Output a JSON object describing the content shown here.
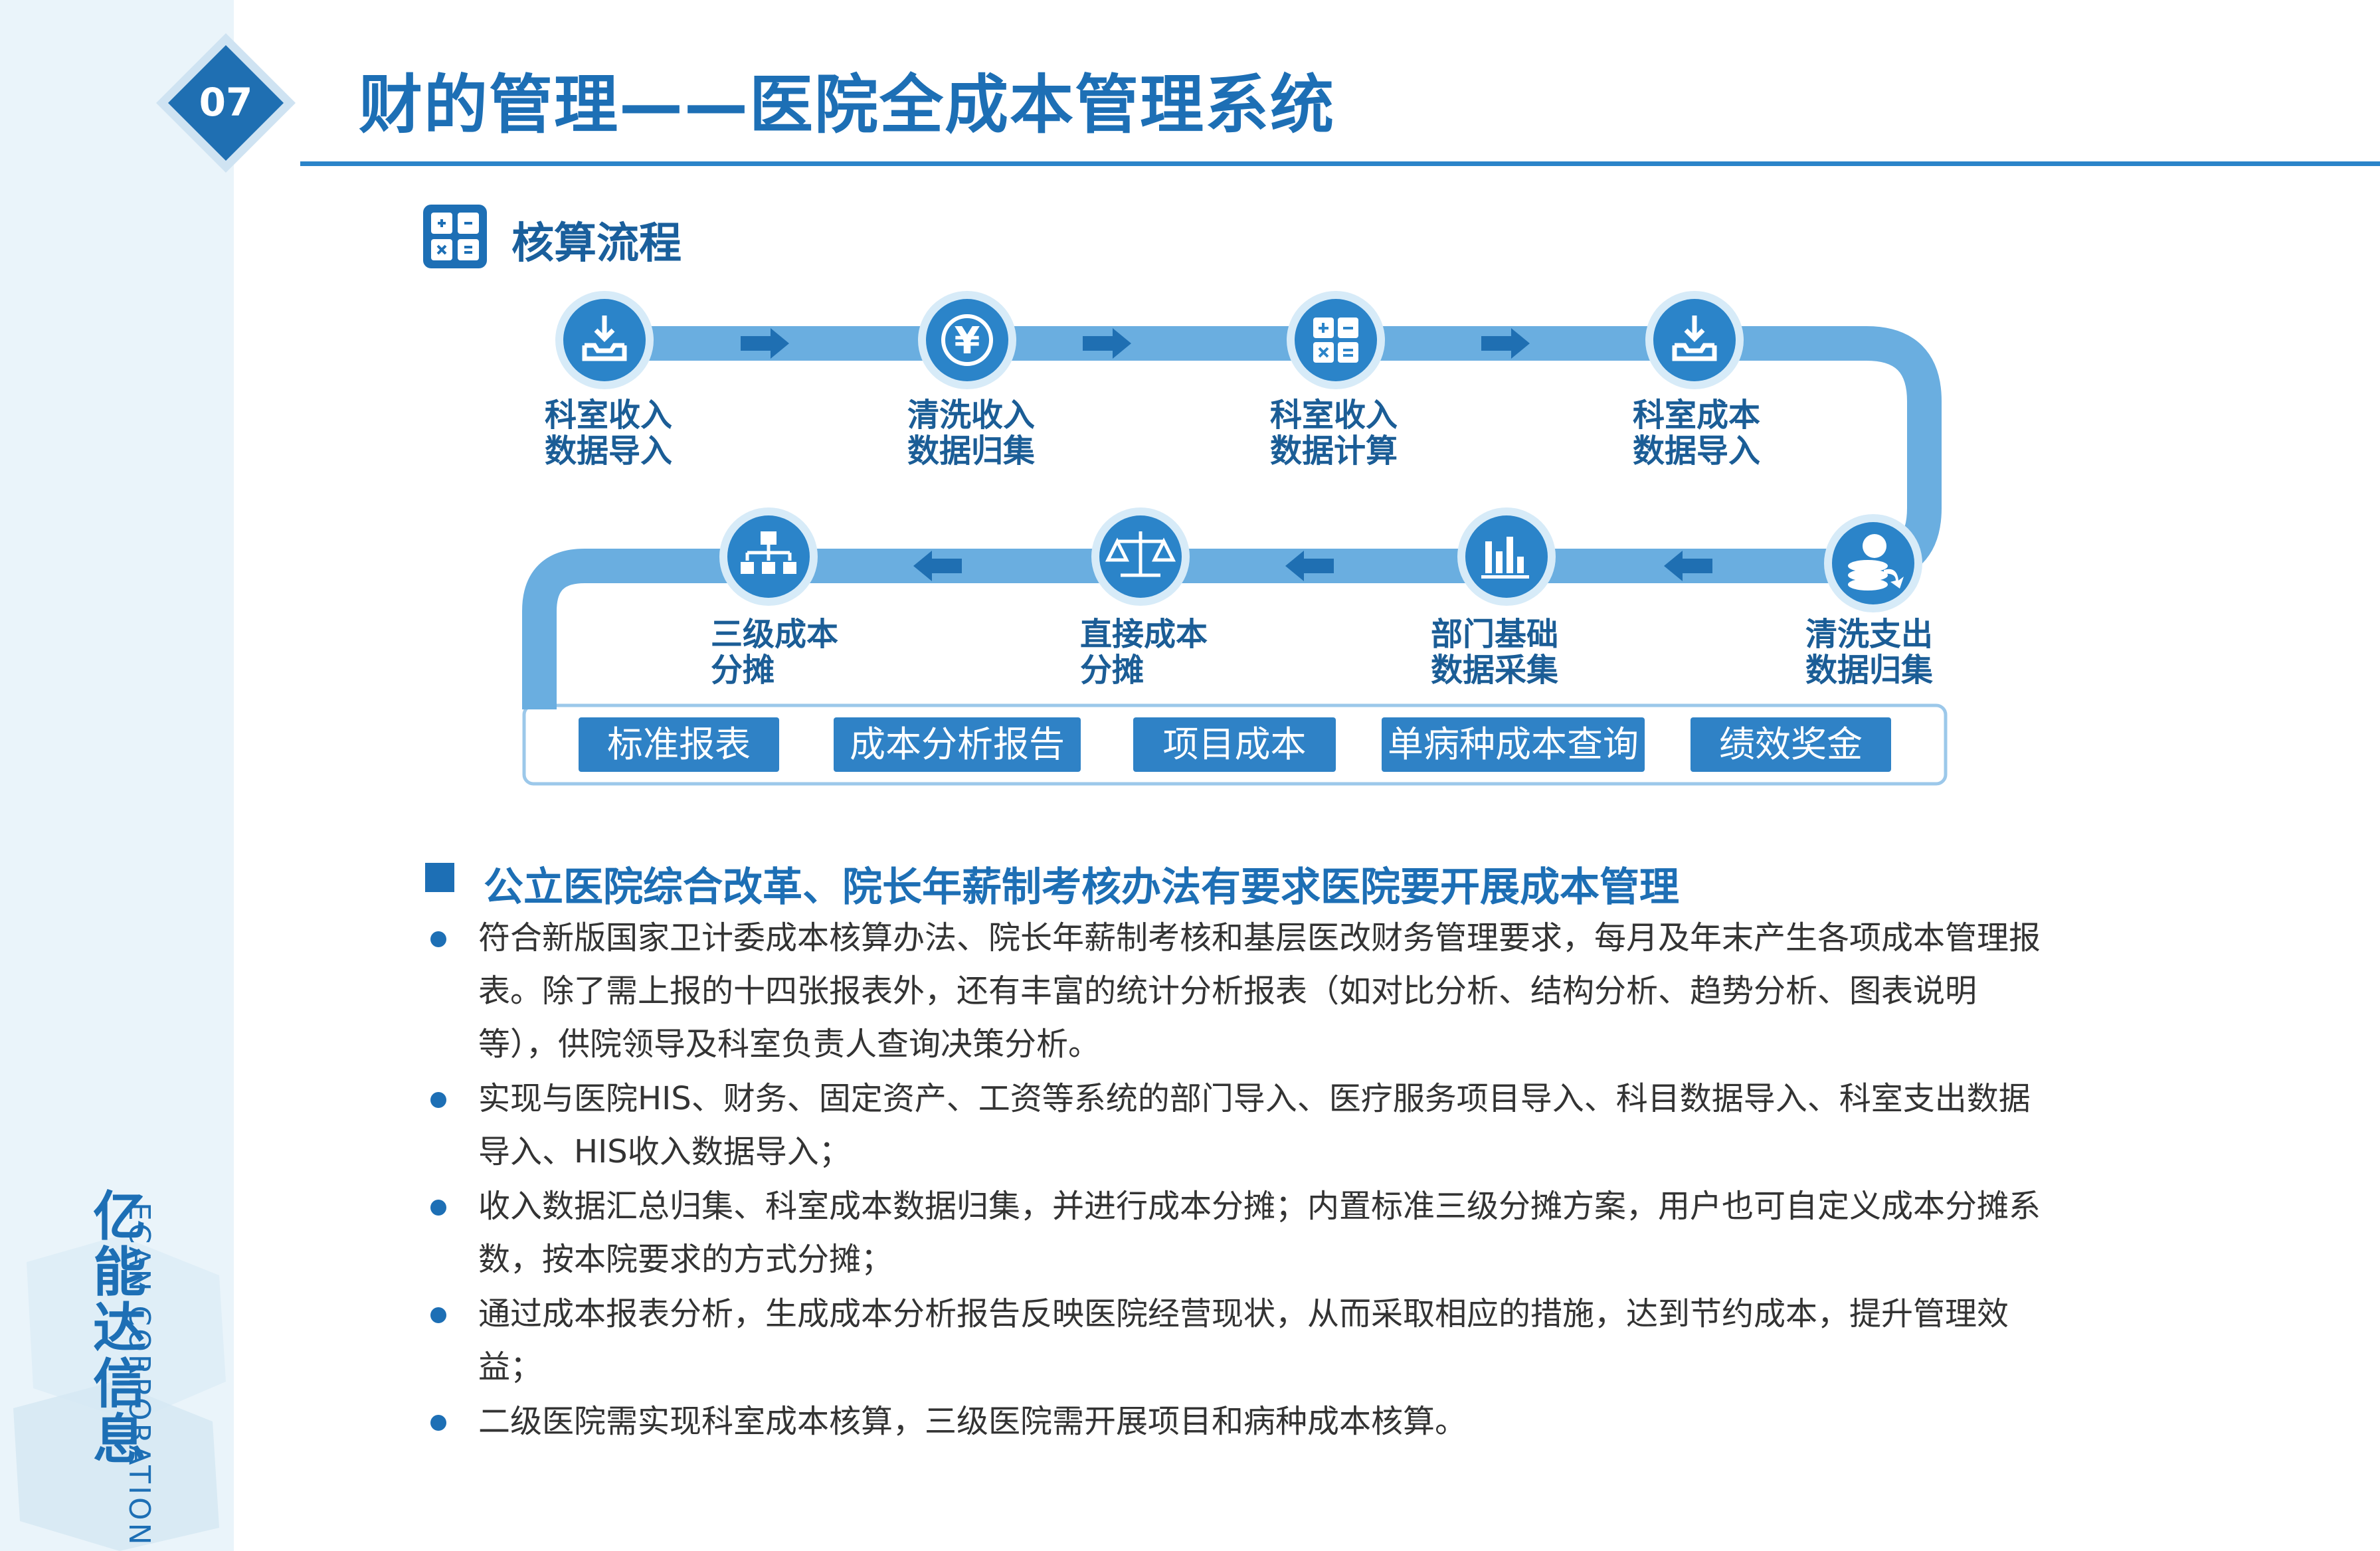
{
  "page": {
    "badge_number": "07",
    "title": "财的管理——医院全成本管理系统"
  },
  "subsection": {
    "title": "核算流程",
    "icon": "calculator-icon"
  },
  "flow": {
    "top_row": [
      {
        "label": "科室收入\n数据导入",
        "icon": "inbox-download-icon"
      },
      {
        "label": "清洗收入\n数据归集",
        "icon": "yen-coin-icon"
      },
      {
        "label": "科室收入\n数据计算",
        "icon": "calculator-icon"
      },
      {
        "label": "科室成本\n数据导入",
        "icon": "inbox-download-icon"
      }
    ],
    "bottom_row": [
      {
        "label": "三级成本\n分摊",
        "icon": "org-chart-icon"
      },
      {
        "label": "直接成本\n分摊",
        "icon": "balance-scale-icon"
      },
      {
        "label": "部门基础\n数据采集",
        "icon": "bar-chart-icon"
      },
      {
        "label": "清洗支出\n数据归集",
        "icon": "coins-transfer-icon"
      }
    ],
    "outputs": [
      "标准报表",
      "成本分析报告",
      "项目成本",
      "单病种成本查询",
      "绩效奖金"
    ]
  },
  "section": {
    "title": "公立医院综合改革、院长年薪制考核办法有要求医院要开展成本管理",
    "bullets": [
      "符合新版国家卫计委成本核算办法、院长年薪制考核和基层医改财务管理要求，每月及年末产生各项成本管理报表。除了需上报的十四张报表外，还有丰富的统计分析报表（如对比分析、结构分析、趋势分析、图表说明等），供院领导及科室负责人查询决策分析。",
      "实现与医院HIS、财务、固定资产、工资等系统的部门导入、医疗服务项目导入、科目数据导入、科室支出数据导入、HIS收入数据导入；",
      "收入数据汇总归集、科室成本数据归集，并进行成本分摊；内置标准三级分摊方案，用户也可自定义成本分摊系数，按本院要求的方式分摊；",
      "通过成本报表分析，生成成本分析报告反映医院经营现状，从而采取相应的措施，达到节约成本，提升管理效益；",
      "二级医院需实现科室成本核算，三级医院需开展项目和病种成本核算。"
    ]
  },
  "brand": {
    "name_cn": "亿能达信息",
    "name_en": "ECAN CORPORATION"
  },
  "colors": {
    "primary": "#1d6fb5",
    "track": "#6aaee0",
    "node": "#2b84c9",
    "tag": "#2f82c6",
    "sidebar": "#eaf4fa"
  }
}
